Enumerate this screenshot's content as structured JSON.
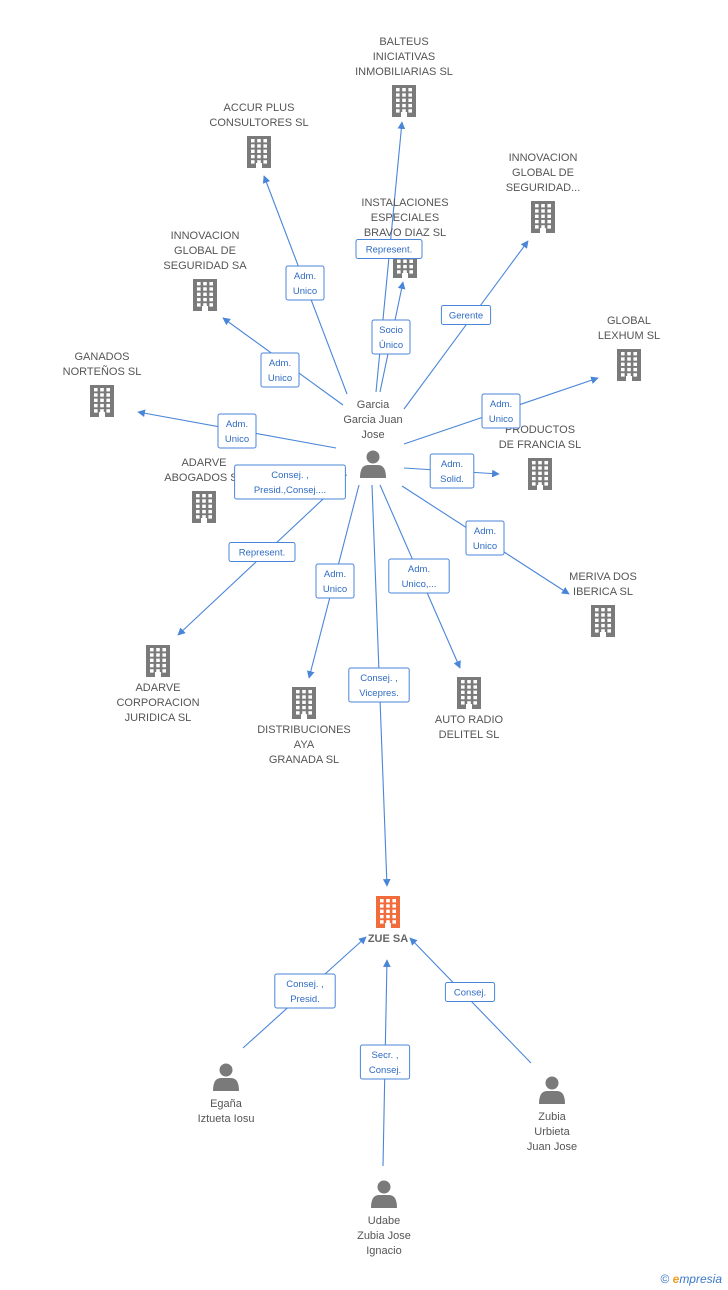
{
  "colors": {
    "company": "#7a7a7a",
    "main_company": "#f26b3a",
    "person": "#7a7a7a",
    "edge": "#4a86d8"
  },
  "nodes": [
    {
      "id": "balteus",
      "type": "company",
      "label": [
        "BALTEUS",
        "INICIATIVAS",
        "INMOBILIARIAS SL"
      ]
    },
    {
      "id": "accur",
      "type": "company",
      "label": [
        "ACCUR PLUS",
        "CONSULTORES SL"
      ]
    },
    {
      "id": "innov1",
      "type": "company",
      "label": [
        "INNOVACION",
        "GLOBAL DE",
        "SEGURIDAD..."
      ]
    },
    {
      "id": "instal",
      "type": "company",
      "label": [
        "INSTALACIONES",
        "ESPECIALES",
        "BRAVO DIAZ SL"
      ]
    },
    {
      "id": "innov2",
      "type": "company",
      "label": [
        "INNOVACION",
        "GLOBAL DE",
        "SEGURIDAD SA"
      ]
    },
    {
      "id": "global",
      "type": "company",
      "label": [
        "GLOBAL",
        "LEXHUM  SL"
      ]
    },
    {
      "id": "ganados",
      "type": "company",
      "label": [
        "GANADOS",
        "NORTEÑOS SL"
      ]
    },
    {
      "id": "productos",
      "type": "company",
      "label": [
        "PRODUCTOS",
        "DE FRANCIA SL"
      ]
    },
    {
      "id": "adarve_ab",
      "type": "company",
      "label": [
        "ADARVE",
        "ABOGADOS SL"
      ]
    },
    {
      "id": "meriva",
      "type": "company",
      "label": [
        "MERIVA DOS",
        "IBERICA SL"
      ]
    },
    {
      "id": "adarve_corp",
      "type": "company",
      "label": [
        "ADARVE",
        "CORPORACION",
        "JURIDICA SL"
      ]
    },
    {
      "id": "distrib",
      "type": "company",
      "label": [
        "DISTRIBUCIONES",
        "AYA",
        "GRANADA SL"
      ]
    },
    {
      "id": "auto",
      "type": "company",
      "label": [
        "AUTO RADIO",
        "DELITEL  SL"
      ]
    },
    {
      "id": "zue",
      "type": "main_company",
      "label": [
        "ZUE SA"
      ]
    },
    {
      "id": "garcia",
      "type": "person",
      "label": [
        "Garcia",
        "Garcia Juan",
        "Jose"
      ]
    },
    {
      "id": "egana",
      "type": "person",
      "label": [
        "Egaña",
        "Iztueta Iosu"
      ]
    },
    {
      "id": "zubia",
      "type": "person",
      "label": [
        "Zubia",
        "Urbieta",
        "Juan Jose"
      ]
    },
    {
      "id": "udabe",
      "type": "person",
      "label": [
        "Udabe",
        "Zubia Jose",
        "Ignacio"
      ]
    }
  ],
  "edges": [
    {
      "from": "garcia",
      "to": "balteus",
      "label": [
        "Represent."
      ]
    },
    {
      "from": "garcia",
      "to": "accur",
      "label": [
        "Adm.",
        "Unico"
      ]
    },
    {
      "from": "garcia",
      "to": "instal",
      "label": [
        "Socio",
        "Único"
      ]
    },
    {
      "from": "garcia",
      "to": "innov1",
      "label": [
        "Gerente"
      ]
    },
    {
      "from": "garcia",
      "to": "innov2",
      "label": [
        "Adm.",
        "Unico"
      ]
    },
    {
      "from": "garcia",
      "to": "global",
      "label": [
        "Adm.",
        "Unico"
      ]
    },
    {
      "from": "garcia",
      "to": "ganados",
      "label": [
        "Adm.",
        "Unico"
      ]
    },
    {
      "from": "garcia",
      "to": "productos",
      "label": [
        "Adm.",
        "Solid."
      ]
    },
    {
      "from": "garcia",
      "to": "adarve_ab",
      "label": [
        "Consej. ,",
        "Presid.,Consej...."
      ]
    },
    {
      "from": "garcia",
      "to": "meriva",
      "label": [
        "Adm.",
        "Unico"
      ]
    },
    {
      "from": "garcia",
      "to": "adarve_corp",
      "label": [
        "Represent."
      ]
    },
    {
      "from": "garcia",
      "to": "distrib",
      "label": [
        "Adm.",
        "Unico"
      ]
    },
    {
      "from": "garcia",
      "to": "auto",
      "label": [
        "Adm.",
        "Unico,..."
      ]
    },
    {
      "from": "garcia",
      "to": "zue",
      "label": [
        "Consej. ,",
        "Vicepres."
      ]
    },
    {
      "from": "egana",
      "to": "zue",
      "label": [
        "Consej. ,",
        "Presid."
      ]
    },
    {
      "from": "udabe",
      "to": "zue",
      "label": [
        "Secr. ,",
        "Consej."
      ]
    },
    {
      "from": "zubia",
      "to": "zue",
      "label": [
        "Consej."
      ]
    }
  ],
  "footer": {
    "copyright": "©",
    "brand_initial": "e",
    "brand_rest": "mpresia"
  }
}
